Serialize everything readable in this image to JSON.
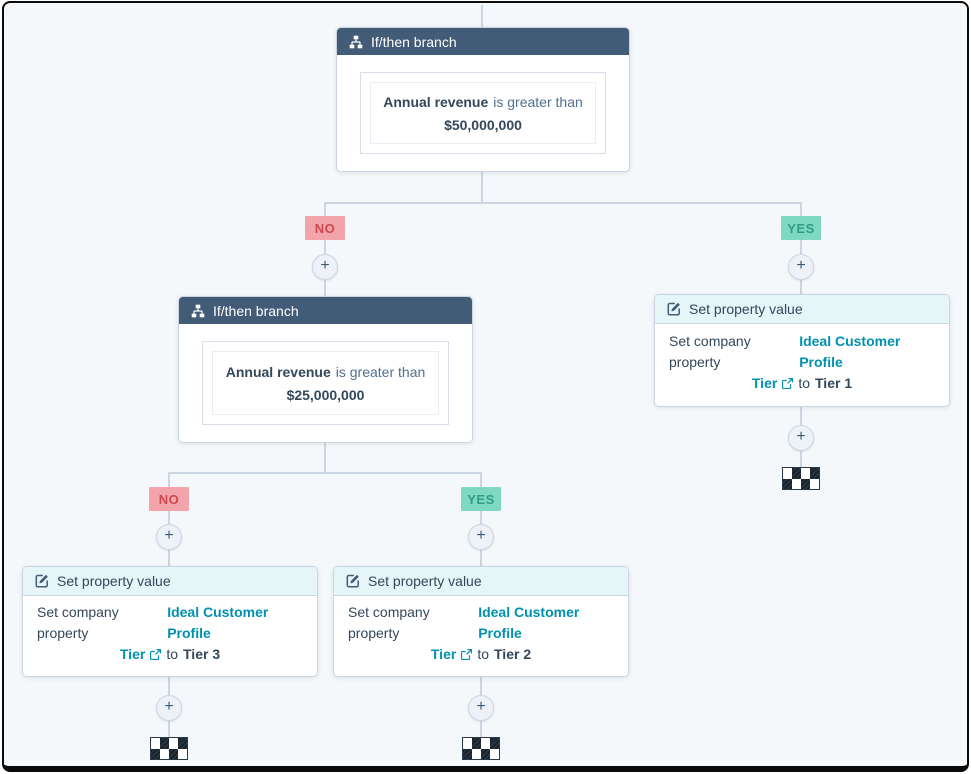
{
  "labels": {
    "no": "NO",
    "yes": "YES",
    "plus": "+"
  },
  "colors": {
    "canvas_bg": "#f5f8fa",
    "connector": "#cbd6e2",
    "card_border": "#cbd6e2",
    "branch_header_bg": "#425b76",
    "branch_header_text": "#ffffff",
    "action_header_bg": "#e5f5f8",
    "no_bg": "#f2a4aa",
    "no_text": "#ca4a53",
    "yes_bg": "#7fd8c1",
    "yes_text": "#2f9e84",
    "link": "#0091ae",
    "text_dark": "#33475b",
    "text_muted": "#516f90"
  },
  "nodes": {
    "branch_50m": {
      "title": "If/then branch",
      "property": "Annual revenue",
      "operator": "is greater than",
      "value": "$50,000,000"
    },
    "branch_25m": {
      "title": "If/then branch",
      "property": "Annual revenue",
      "operator": "is greater than",
      "value": "$25,000,000"
    },
    "set_tier_1": {
      "title": "Set property value",
      "prefix": "Set company property",
      "link_line1": "Ideal Customer Profile",
      "link_line2": "Tier",
      "connector_word": "to",
      "value": "Tier 1"
    },
    "set_tier_2": {
      "title": "Set property value",
      "prefix": "Set company property",
      "link_line1": "Ideal Customer Profile",
      "link_line2": "Tier",
      "connector_word": "to",
      "value": "Tier 2"
    },
    "set_tier_3": {
      "title": "Set property value",
      "prefix": "Set company property",
      "link_line1": "Ideal Customer Profile",
      "link_line2": "Tier",
      "connector_word": "to",
      "value": "Tier 3"
    }
  }
}
